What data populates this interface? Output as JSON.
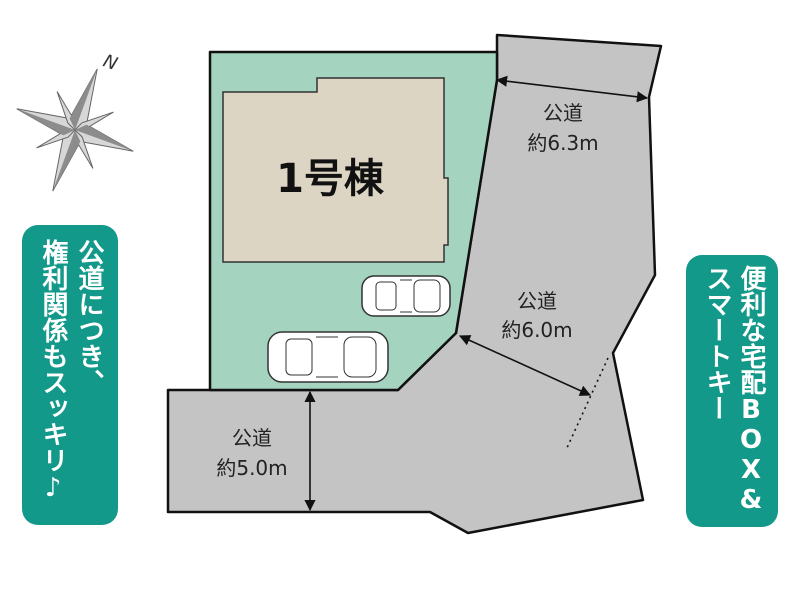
{
  "compass": {
    "north_label": "N",
    "icon": "compass-rose-icon"
  },
  "lot": {
    "building_label": "1号棟",
    "fill_color": "#a4d3bf",
    "building_color": "#ddd5c3"
  },
  "roads": [
    {
      "name": "公道",
      "width": "約6.3m"
    },
    {
      "name": "公道",
      "width": "約6.0m"
    },
    {
      "name": "公道",
      "width": "約5.0m"
    }
  ],
  "features": {
    "left": {
      "line1": "公道につき、",
      "line2": "権利関係もスッキリ♪"
    },
    "right": {
      "line1": "便利な宅配BOX&",
      "line2": "スマートキー"
    }
  },
  "colors": {
    "road": "#c4c4c4",
    "badge": "#13998a"
  }
}
